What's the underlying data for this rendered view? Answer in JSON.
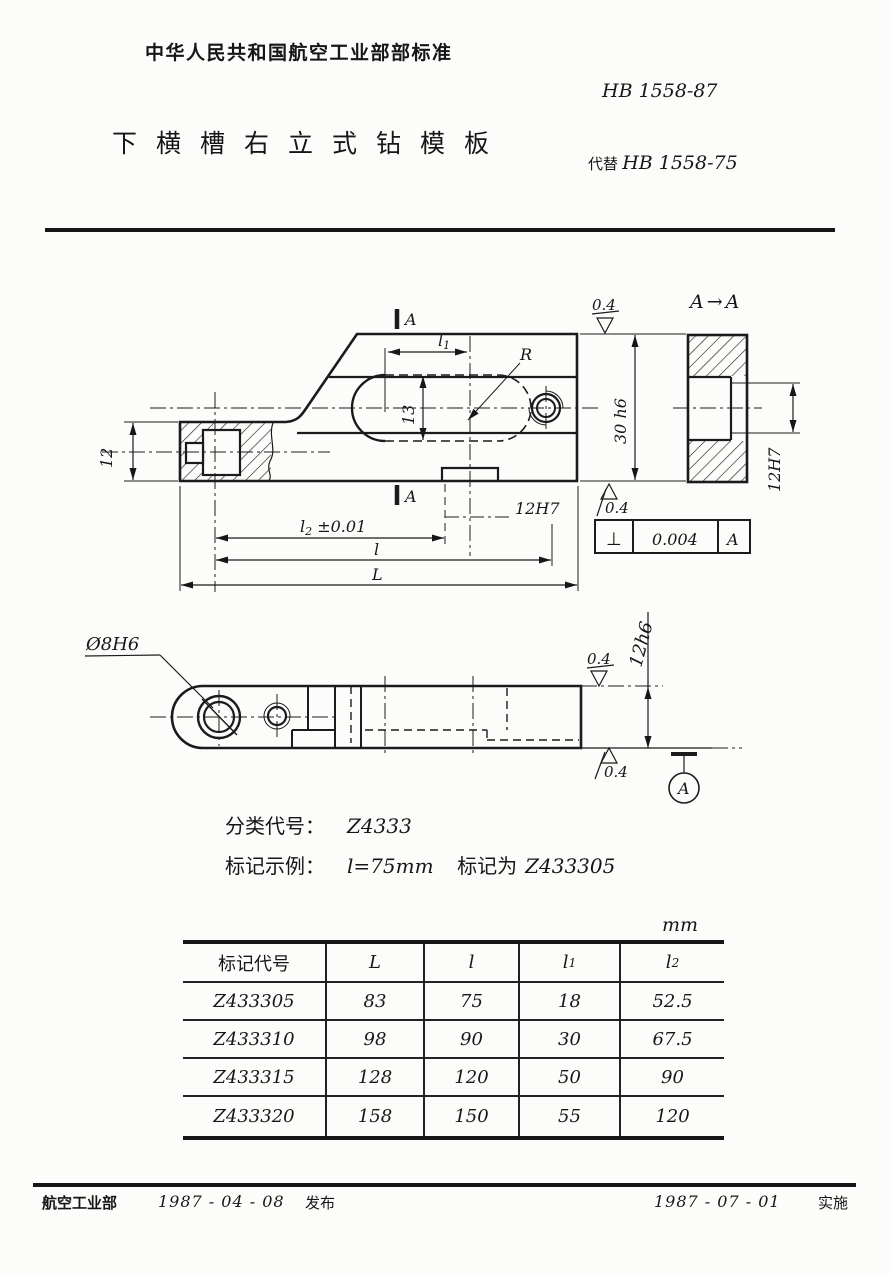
{
  "header": {
    "standard_org": "中华人民共和国航空工业部部标准",
    "standard_no": "HB 1558-87",
    "title": "下横槽右立式钻模板",
    "supersedes_label": "代替",
    "supersedes_no": "HB 1558-75"
  },
  "drawing": {
    "roughness": "0.4",
    "front": {
      "section_letter": "A",
      "dim_l1": {
        "base": "l",
        "sub": "1"
      },
      "dim_13": "13",
      "radius_label": "R",
      "dim_12": "12",
      "dim_30h6": "30 h6",
      "dim_l2": {
        "base": "l",
        "sub": "2",
        "tol": " ±0.01"
      },
      "dim_l": "l",
      "dim_L": "L",
      "slot_label": "12H7",
      "tol_symbol": "⊥",
      "tol_value": "0.004",
      "tol_datum": "A"
    },
    "section": {
      "label": "A→A",
      "dim": "12H7"
    },
    "plan": {
      "hole": "Ø8H6",
      "thickness": "12h6",
      "datum": "A"
    }
  },
  "classification": {
    "label": "分类代号：",
    "code": "Z4333",
    "example_label": "标记示例：",
    "example_condition": "l=75mm",
    "example_marked_as": "标记为",
    "example_code": "Z433305"
  },
  "table": {
    "unit": "mm",
    "columns": [
      {
        "label": "标记代号"
      },
      {
        "label": "L"
      },
      {
        "label": "l"
      },
      {
        "label": "l",
        "sub": "1"
      },
      {
        "label": "l",
        "sub": "2"
      }
    ],
    "rows": [
      [
        "Z433305",
        "83",
        "75",
        "18",
        "52.5"
      ],
      [
        "Z433310",
        "98",
        "90",
        "30",
        "67.5"
      ],
      [
        "Z433315",
        "128",
        "120",
        "50",
        "90"
      ],
      [
        "Z433320",
        "158",
        "150",
        "55",
        "120"
      ]
    ]
  },
  "footer": {
    "issuer": "航空工业部",
    "issue_date": "1987 - 04 - 08",
    "issue_label": "发布",
    "effective_date": "1987 - 07 - 01",
    "effective_label": "实施"
  }
}
